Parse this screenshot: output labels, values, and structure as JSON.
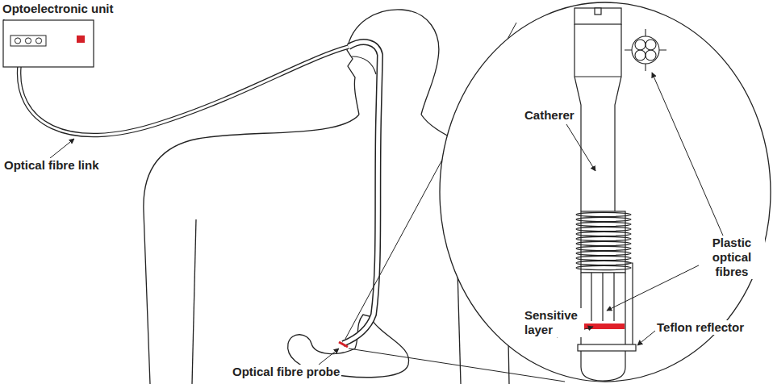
{
  "diagram": {
    "nodes": [
      {
        "text": [
          "Optoelectronic unit"
        ]
      }
    ],
    "labels": [
      "Optical fibre link",
      "Catherer",
      "Plastic optical fibres",
      "Sensitive layer",
      "Teflon reflector",
      "Optical fibre probe"
    ]
  }
}
